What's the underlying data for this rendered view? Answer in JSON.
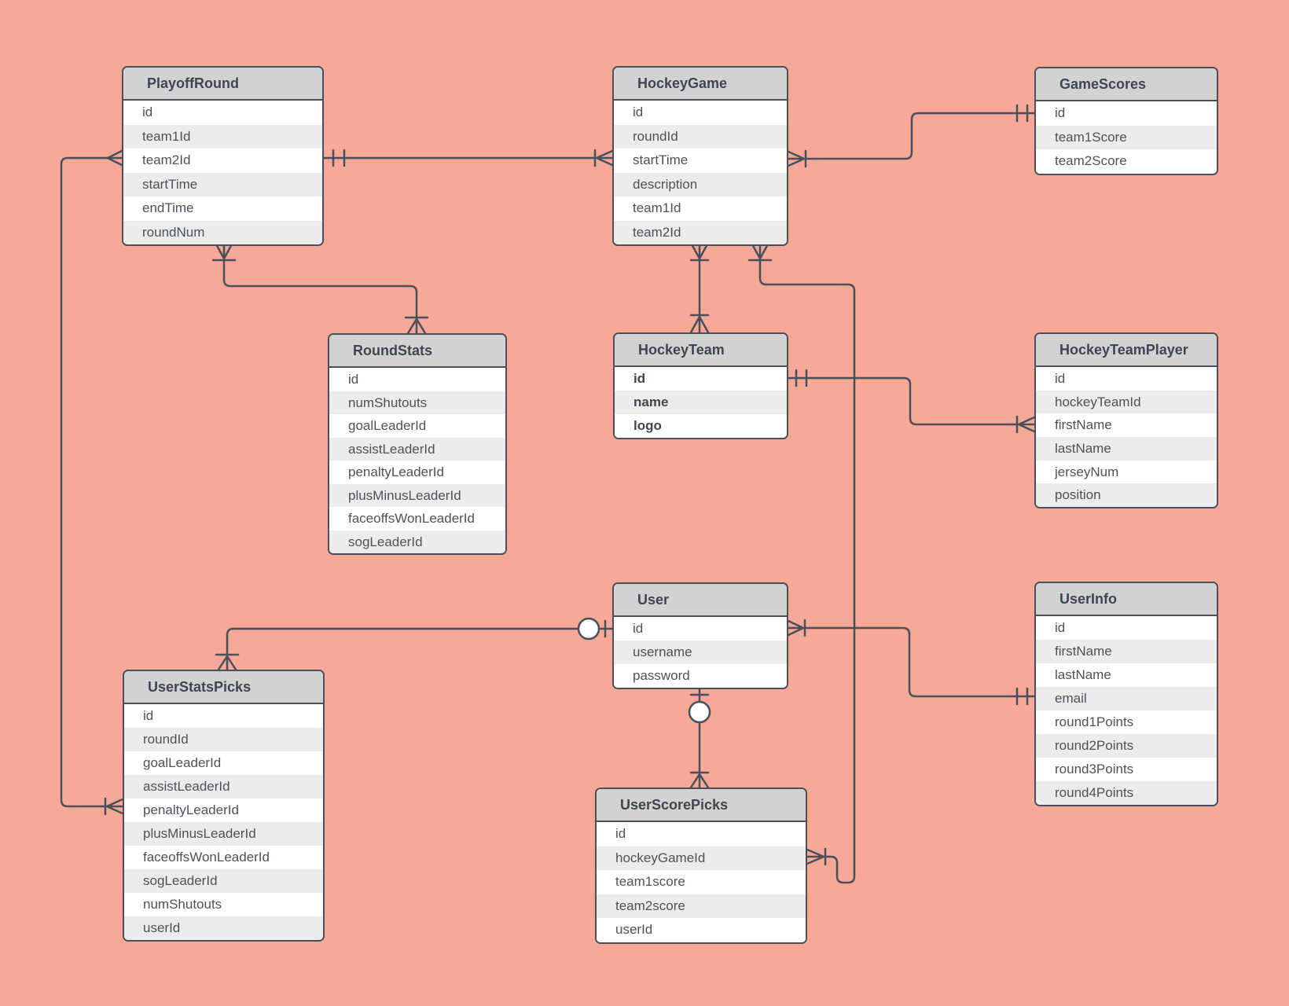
{
  "colors": {
    "background": "#f7a896",
    "line": "#49505c",
    "entity_header_bg": "#d2d2d2",
    "entity_header_text": "#3e4651",
    "row_bg": "#ffffff",
    "row_alt_bg": "#ececec",
    "row_text": "#4c525a"
  },
  "entities": [
    {
      "name": "PlayoffRound",
      "bold_fields": false,
      "fields": [
        "id",
        "team1Id",
        "team2Id",
        "startTime",
        "endTime",
        "roundNum"
      ]
    },
    {
      "name": "HockeyGame",
      "bold_fields": false,
      "fields": [
        "id",
        "roundId",
        "startTime",
        "description",
        "team1Id",
        "team2Id"
      ]
    },
    {
      "name": "GameScores",
      "bold_fields": false,
      "fields": [
        "id",
        "team1Score",
        "team2Score"
      ]
    },
    {
      "name": "RoundStats",
      "bold_fields": false,
      "fields": [
        "id",
        "numShutouts",
        "goalLeaderId",
        "assistLeaderId",
        "penaltyLeaderId",
        "plusMinusLeaderId",
        "faceoffsWonLeaderId",
        "sogLeaderId"
      ]
    },
    {
      "name": "HockeyTeam",
      "bold_fields": true,
      "fields": [
        "id",
        "name",
        "logo"
      ]
    },
    {
      "name": "HockeyTeamPlayer",
      "bold_fields": false,
      "fields": [
        "id",
        "hockeyTeamId",
        "firstName",
        "lastName",
        "jerseyNum",
        "position"
      ]
    },
    {
      "name": "User",
      "bold_fields": false,
      "fields": [
        "id",
        "username",
        "password"
      ]
    },
    {
      "name": "UserInfo",
      "bold_fields": false,
      "fields": [
        "id",
        "firstName",
        "lastName",
        "email",
        "round1Points",
        "round2Points",
        "round3Points",
        "round4Points"
      ]
    },
    {
      "name": "UserStatsPicks",
      "bold_fields": false,
      "fields": [
        "id",
        "roundId",
        "goalLeaderId",
        "assistLeaderId",
        "penaltyLeaderId",
        "plusMinusLeaderId",
        "faceoffsWonLeaderId",
        "sogLeaderId",
        "numShutouts",
        "userId"
      ]
    },
    {
      "name": "UserScorePicks",
      "bold_fields": false,
      "fields": [
        "id",
        "hockeyGameId",
        "team1score",
        "team2score",
        "userId"
      ]
    }
  ],
  "relationships": [
    {
      "from": "PlayoffRound",
      "to": "HockeyGame",
      "from_cardinality": "one-and-only-one",
      "to_cardinality": "one-or-many"
    },
    {
      "from": "PlayoffRound",
      "to": "RoundStats",
      "from_cardinality": "one-or-many",
      "to_cardinality": "one-or-many"
    },
    {
      "from": "HockeyGame",
      "to": "GameScores",
      "from_cardinality": "one-or-many",
      "to_cardinality": "one-and-only-one"
    },
    {
      "from": "HockeyGame",
      "to": "HockeyTeam",
      "from_cardinality": "one-or-many",
      "to_cardinality": "one-or-many"
    },
    {
      "from": "HockeyGame",
      "to": "UserScorePicks",
      "from_cardinality": "one-or-many",
      "to_cardinality": "one-or-many"
    },
    {
      "from": "HockeyTeam",
      "to": "HockeyTeamPlayer",
      "from_cardinality": "one-and-only-one",
      "to_cardinality": "one-or-many"
    },
    {
      "from": "User",
      "to": "UserStatsPicks",
      "from_cardinality": "zero-or-one",
      "to_cardinality": "one-or-many"
    },
    {
      "from": "User",
      "to": "UserScorePicks",
      "from_cardinality": "zero-or-one",
      "to_cardinality": "one-or-many"
    },
    {
      "from": "User",
      "to": "UserInfo",
      "from_cardinality": "one-or-many",
      "to_cardinality": "one-and-only-one"
    },
    {
      "from": "PlayoffRound",
      "to": "UserStatsPicks",
      "from_cardinality": "many",
      "to_cardinality": "one-or-many"
    }
  ]
}
